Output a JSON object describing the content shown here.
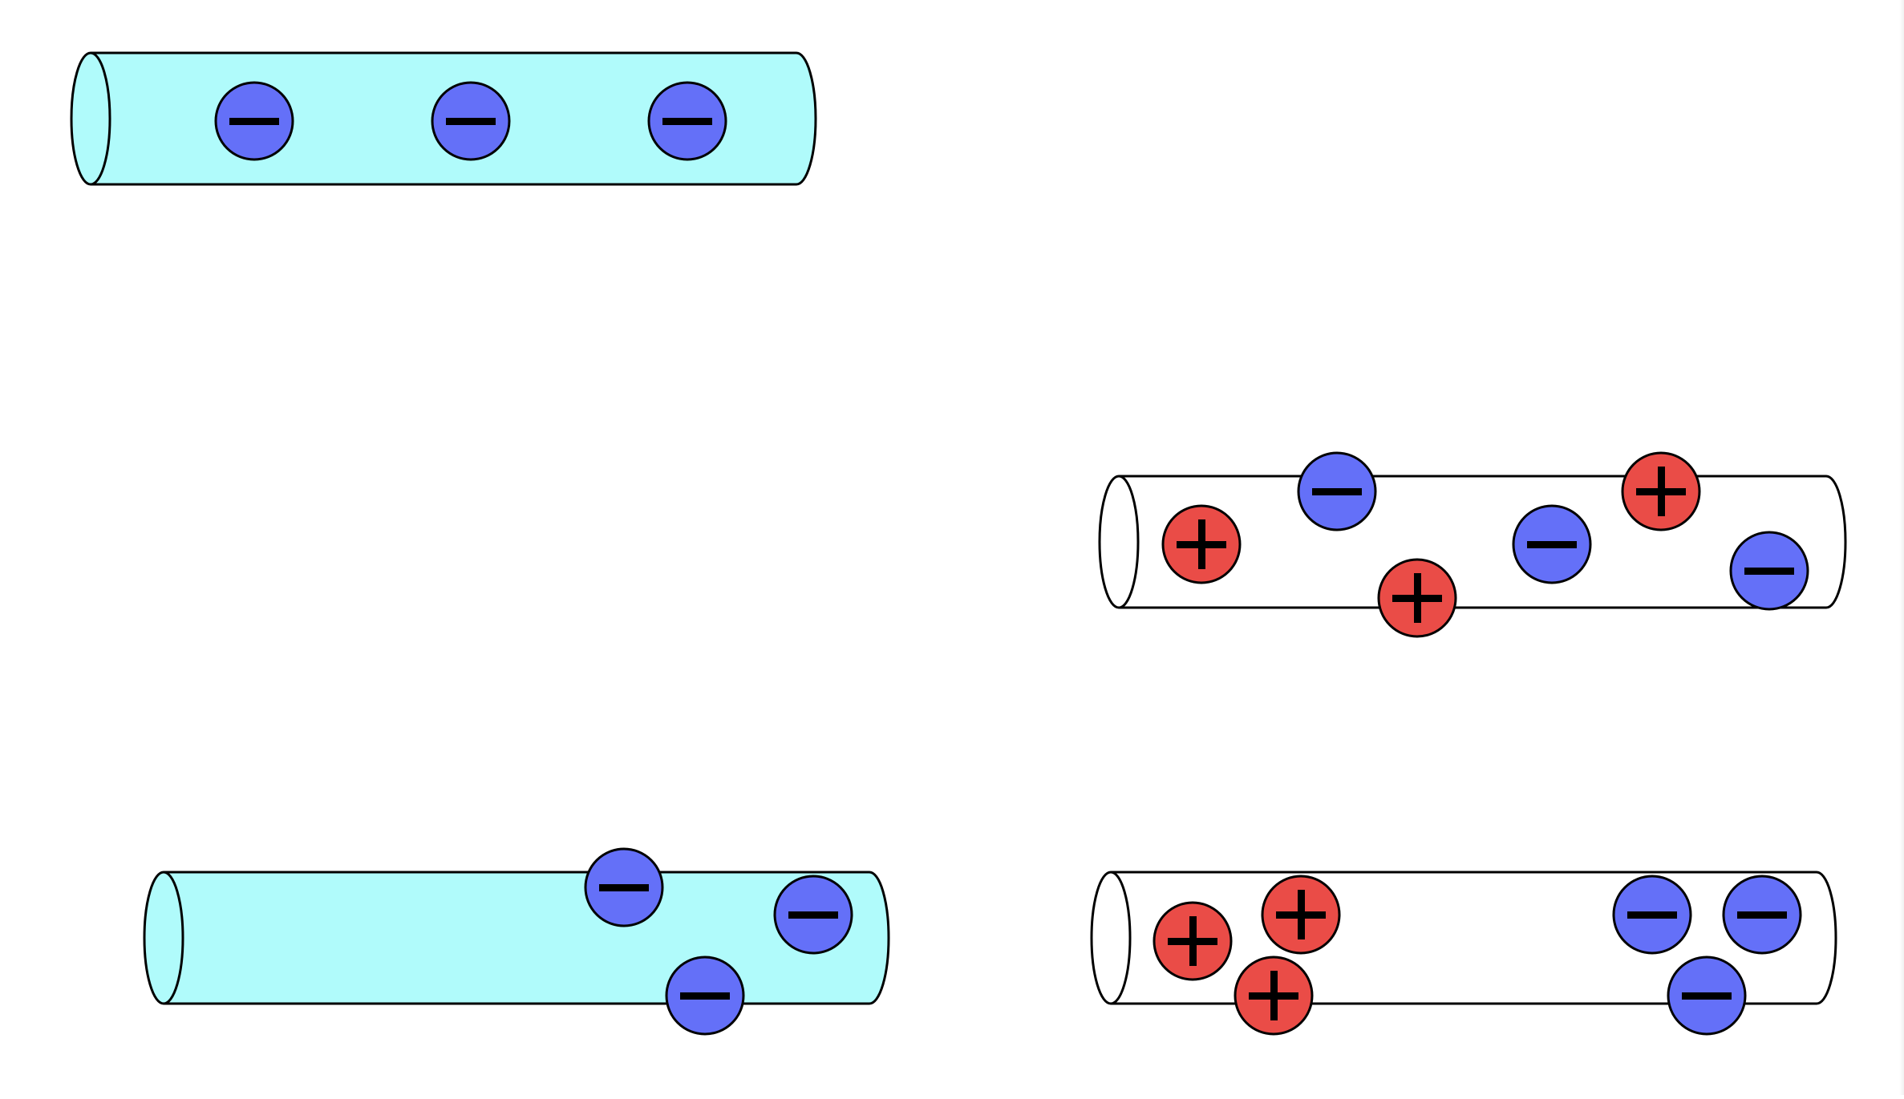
{
  "colors": {
    "rod_fill_charged": "#b0fbfb",
    "rod_fill_neutral": "#ffffff",
    "outline": "#000000",
    "negative_fill": "#6470f8",
    "positive_fill": "#ea4c47"
  },
  "rods": [
    {
      "id": "rod-top-left",
      "fill": "charged",
      "charges": [
        "negative",
        "negative",
        "negative"
      ]
    },
    {
      "id": "rod-middle-right",
      "fill": "neutral",
      "charges": [
        "positive",
        "negative",
        "positive",
        "negative",
        "positive",
        "negative"
      ]
    },
    {
      "id": "rod-bottom-left",
      "fill": "charged",
      "charges": [
        "negative",
        "negative",
        "negative"
      ]
    },
    {
      "id": "rod-bottom-right",
      "fill": "neutral",
      "charges": [
        "positive",
        "positive",
        "positive",
        "negative",
        "negative",
        "negative"
      ]
    }
  ]
}
